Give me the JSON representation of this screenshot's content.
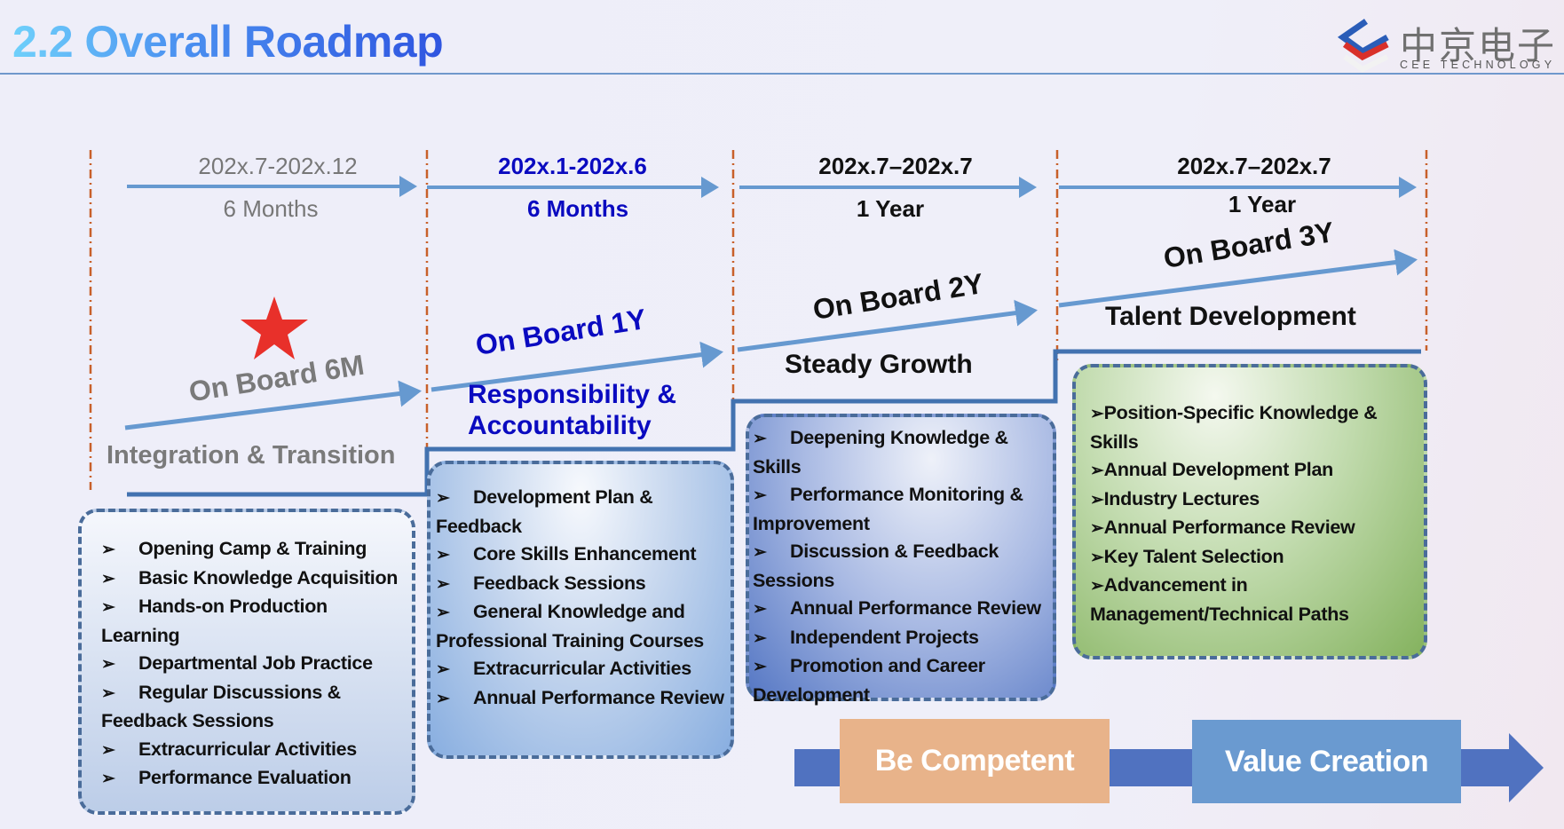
{
  "header": {
    "title": "2.2 Overall Roadmap"
  },
  "logo": {
    "chinese": "中京电子",
    "english": "CEE TECHNOLOGY"
  },
  "phases": [
    {
      "date": "202x.7-202x.12",
      "duration": "6 Months",
      "milestone": "On Board 6M",
      "stage": "Integration & Transition",
      "items": [
        "Opening Camp & Training",
        "Basic Knowledge Acquisition",
        "Hands-on Production Learning",
        "Departmental Job Practice",
        "Regular Discussions & Feedback Sessions",
        "Extracurricular Activities",
        "Performance Evaluation"
      ]
    },
    {
      "date": "202x.1-202x.6",
      "duration": "6 Months",
      "milestone": "On Board 1Y",
      "stage_line1": "Responsibility &",
      "stage_line2": "Accountability",
      "items": [
        "Development Plan & Feedback",
        "Core Skills Enhancement",
        "Feedback Sessions",
        "General Knowledge and Professional Training Courses",
        "Extracurricular Activities",
        "Annual Performance Review"
      ]
    },
    {
      "date": "202x.7–202x.7",
      "duration": "1 Year",
      "milestone": "On Board 2Y",
      "stage": "Steady Growth",
      "items": [
        "Deepening Knowledge & Skills",
        "Performance Monitoring & Improvement",
        "Discussion & Feedback Sessions",
        "Annual Performance Review",
        "Independent Projects",
        "Promotion and Career Development"
      ]
    },
    {
      "date": "202x.7–202x.7",
      "duration": "1 Year",
      "milestone": "On Board 3Y",
      "stage": "Talent Development",
      "items": [
        "Position-Specific Knowledge & Skills",
        "Annual Development Plan",
        "Industry Lectures",
        "Annual Performance Review",
        "Key Talent Selection",
        "Advancement in Management/Technical Paths"
      ]
    }
  ],
  "bullet": "➢",
  "outcomes": {
    "first": "Be Competent",
    "second": "Value Creation"
  },
  "colors": {
    "accent_line": "#6699d0",
    "step_line": "#4272b0",
    "divider": "#c8602a",
    "star": "#e8302a",
    "be_competent": "#e8b38a",
    "value_creation": "#6a9ad0",
    "bottom_arrow": "#5072c0"
  }
}
